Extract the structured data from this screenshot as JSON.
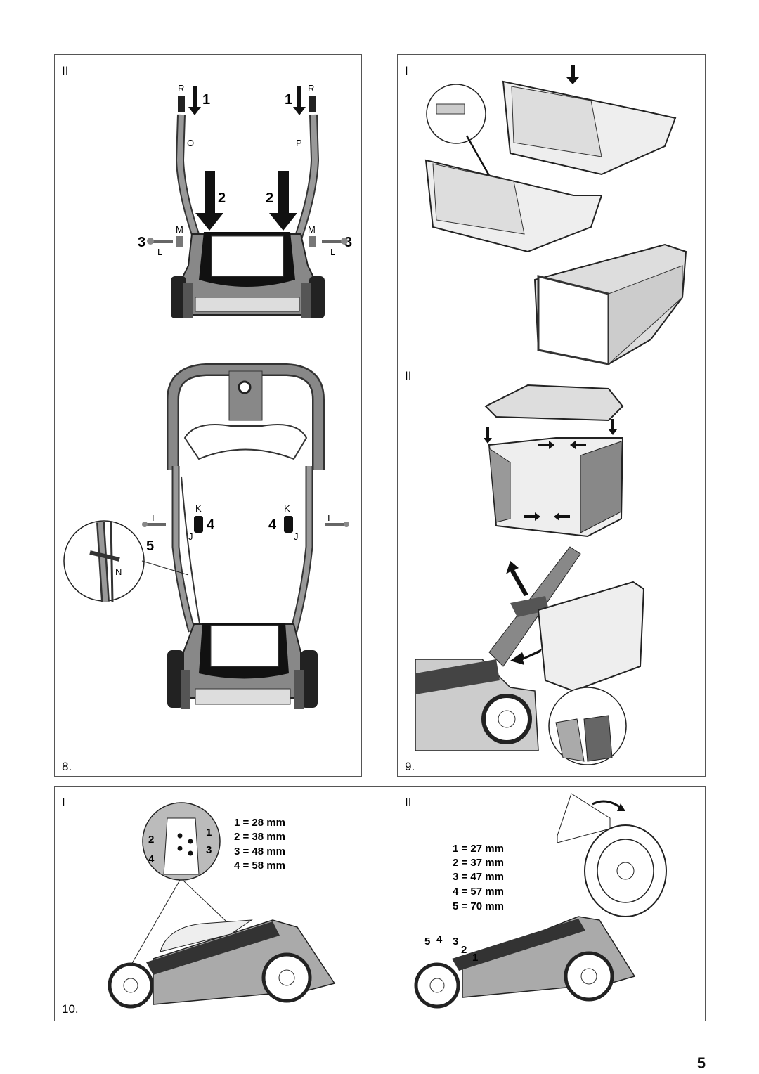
{
  "fig8": {
    "number": "8.",
    "section_top": "II",
    "R_left": "R",
    "R_right": "R",
    "step1_left": "1",
    "step1_right": "1",
    "O": "O",
    "P": "P",
    "step2_left": "2",
    "step2_right": "2",
    "M_left": "M",
    "M_right": "M",
    "step3_left": "3",
    "step3_right": "3",
    "L_left": "L",
    "L_right": "L",
    "I_left": "I",
    "I_right": "I",
    "K_left": "K",
    "K_right": "K",
    "J_left": "J",
    "J_right": "J",
    "step4_left": "4",
    "step4_right": "4",
    "step5": "5",
    "N": "N"
  },
  "fig9": {
    "number": "9.",
    "section_top": "I",
    "section_mid": "II"
  },
  "fig10": {
    "number": "10.",
    "left": {
      "section": "I",
      "pins": [
        "1",
        "2",
        "3",
        "4"
      ],
      "heights": [
        "1 = 28 mm",
        "2 = 38 mm",
        "3 = 48 mm",
        "4 = 58 mm"
      ]
    },
    "right": {
      "section": "II",
      "heights": [
        "1 = 27 mm",
        "2 = 37 mm",
        "3 = 47 mm",
        "4 = 57 mm",
        "5 = 70 mm"
      ],
      "dial_labels": [
        "5",
        "4",
        "3",
        "2",
        "1"
      ]
    }
  },
  "page_number": "5"
}
